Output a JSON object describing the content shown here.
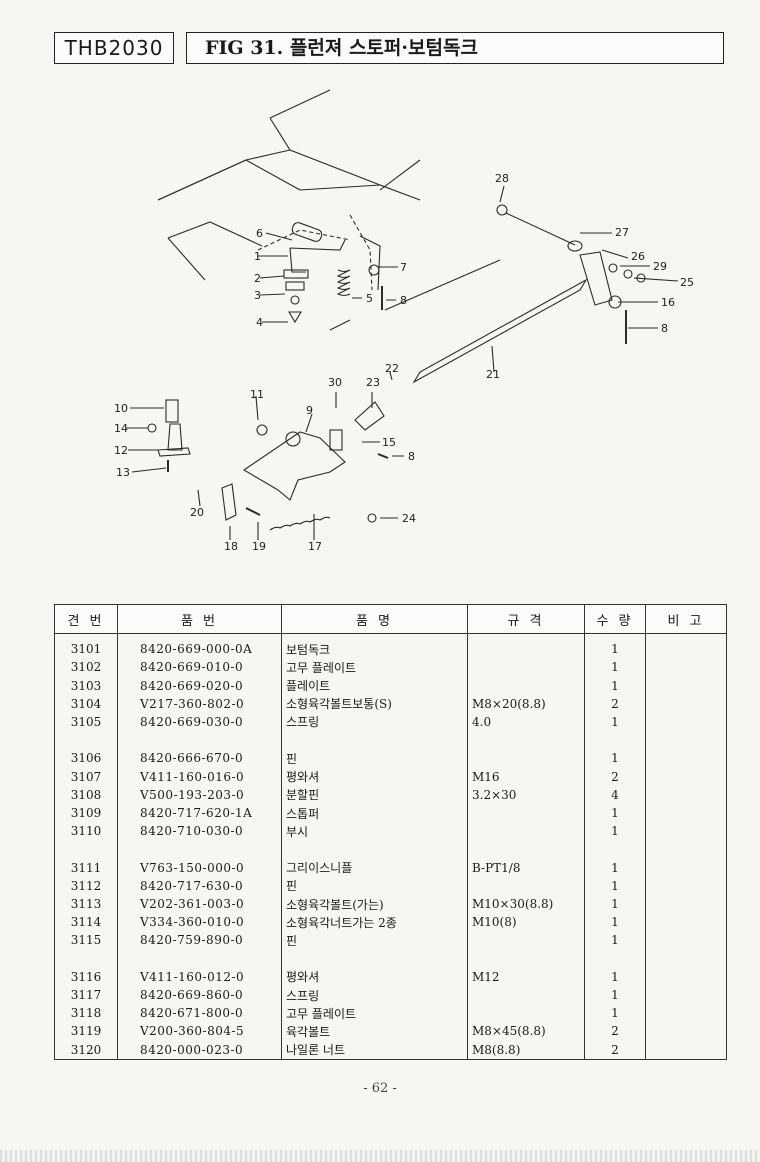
{
  "header": {
    "model": "THB2030",
    "title": "FIG 31. 플런져 스토퍼·보텀독크"
  },
  "diagram": {
    "callouts": [
      "28",
      "27",
      "26",
      "29",
      "25",
      "16",
      "8",
      "6",
      "1",
      "7",
      "2",
      "3",
      "5",
      "8",
      "4",
      "21",
      "22",
      "30",
      "23",
      "11",
      "9",
      "10",
      "14",
      "15",
      "8",
      "12",
      "13",
      "20",
      "24",
      "18",
      "19",
      "17"
    ]
  },
  "table": {
    "headers": [
      "견 번",
      "품   번",
      "품   명",
      "규   격",
      "수 량",
      "비 고"
    ],
    "groups": [
      [
        {
          "no": "3101",
          "pn": "8420-669-000-0A",
          "name": "보텀독크",
          "spec": "",
          "qty": "1"
        },
        {
          "no": "3102",
          "pn": "8420-669-010-0",
          "name": "고무 플레이트",
          "spec": "",
          "qty": "1"
        },
        {
          "no": "3103",
          "pn": "8420-669-020-0",
          "name": "플레이트",
          "spec": "",
          "qty": "1"
        },
        {
          "no": "3104",
          "pn": "V217-360-802-0",
          "name": "소형육각볼트보통(S)",
          "spec": "M8×20(8.8)",
          "qty": "2"
        },
        {
          "no": "3105",
          "pn": "8420-669-030-0",
          "name": "스프링",
          "spec": "4.0",
          "qty": "1"
        }
      ],
      [
        {
          "no": "3106",
          "pn": "8420-666-670-0",
          "name": "핀",
          "spec": "",
          "qty": "1"
        },
        {
          "no": "3107",
          "pn": "V411-160-016-0",
          "name": "평와셔",
          "spec": "M16",
          "qty": "2"
        },
        {
          "no": "3108",
          "pn": "V500-193-203-0",
          "name": "분할핀",
          "spec": "3.2×30",
          "qty": "4"
        },
        {
          "no": "3109",
          "pn": "8420-717-620-1A",
          "name": "스톱퍼",
          "spec": "",
          "qty": "1"
        },
        {
          "no": "3110",
          "pn": "8420-710-030-0",
          "name": "부시",
          "spec": "",
          "qty": "1"
        }
      ],
      [
        {
          "no": "3111",
          "pn": "V763-150-000-0",
          "name": "그리이스니플",
          "spec": "B-PT1/8",
          "qty": "1"
        },
        {
          "no": "3112",
          "pn": "8420-717-630-0",
          "name": "핀",
          "spec": "",
          "qty": "1"
        },
        {
          "no": "3113",
          "pn": "V202-361-003-0",
          "name": "소형육각볼트(가는)",
          "spec": "M10×30(8.8)",
          "qty": "1"
        },
        {
          "no": "3114",
          "pn": "V334-360-010-0",
          "name": "소형육각너트가는 2종",
          "spec": "M10(8)",
          "qty": "1"
        },
        {
          "no": "3115",
          "pn": "8420-759-890-0",
          "name": "핀",
          "spec": "",
          "qty": "1"
        }
      ],
      [
        {
          "no": "3116",
          "pn": "V411-160-012-0",
          "name": "평와셔",
          "spec": "M12",
          "qty": "1"
        },
        {
          "no": "3117",
          "pn": "8420-669-860-0",
          "name": "스프링",
          "spec": "",
          "qty": "1"
        },
        {
          "no": "3118",
          "pn": "8420-671-800-0",
          "name": "고무 플레이트",
          "spec": "",
          "qty": "1"
        },
        {
          "no": "3119",
          "pn": "V200-360-804-5",
          "name": "육각볼트",
          "spec": "M8×45(8.8)",
          "qty": "2"
        },
        {
          "no": "3120",
          "pn": "8420-000-023-0",
          "name": "나일론 너트",
          "spec": "M8(8.8)",
          "qty": "2"
        }
      ]
    ]
  },
  "footer": {
    "page": "- 62 -"
  }
}
